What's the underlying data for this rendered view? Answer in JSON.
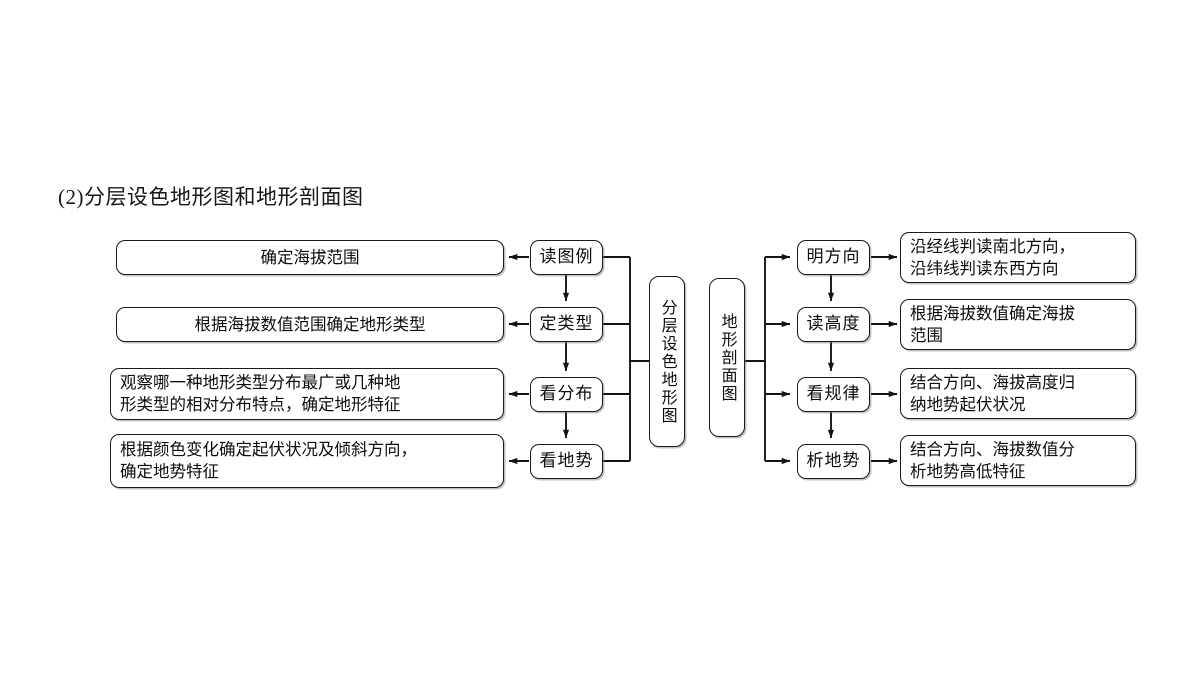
{
  "page": {
    "title": "(2)分层设色地形图和地形剖面图",
    "background": "#ffffff",
    "line_color": "#1a1a1a",
    "text_color": "#0d0d0d"
  },
  "diagram": {
    "type": "flowchart",
    "spines": [
      {
        "id": "spine-left",
        "label": "分层设色地形图"
      },
      {
        "id": "spine-right",
        "label": "地形剖面图"
      }
    ],
    "left_branch": {
      "steps": [
        {
          "id": "step-read-legend",
          "label": "读图例"
        },
        {
          "id": "step-set-type",
          "label": "定类型"
        },
        {
          "id": "step-see-dist",
          "label": "看分布"
        },
        {
          "id": "step-see-relief",
          "label": "看地势"
        }
      ],
      "details": [
        {
          "id": "detail-altitude-range",
          "lines": [
            "确定海拔范围"
          ]
        },
        {
          "id": "detail-landform-type",
          "lines": [
            "根据海拔数值范围确定地形类型"
          ]
        },
        {
          "id": "detail-distribution",
          "lines": [
            "观察哪一种地形类型分布最广或几种地",
            "形类型的相对分布特点，确定地形特征"
          ]
        },
        {
          "id": "detail-relief",
          "lines": [
            "根据颜色变化确定起伏状况及倾斜方向，",
            "确定地势特征"
          ]
        }
      ]
    },
    "right_branch": {
      "steps": [
        {
          "id": "step-direction",
          "label": "明方向"
        },
        {
          "id": "step-height",
          "label": "读高度"
        },
        {
          "id": "step-pattern",
          "label": "看规律"
        },
        {
          "id": "step-analyze",
          "label": "析地势"
        }
      ],
      "details": [
        {
          "id": "detail-direction",
          "lines": [
            "沿经线判读南北方向，",
            "沿纬线判读东西方向"
          ]
        },
        {
          "id": "detail-height",
          "lines": [
            "根据海拔数值确定海拔",
            "范围"
          ]
        },
        {
          "id": "detail-pattern",
          "lines": [
            "结合方向、海拔高度归",
            "纳地势起伏状况"
          ]
        },
        {
          "id": "detail-analyze",
          "lines": [
            "结合方向、海拔数值分",
            "析地势高低特征"
          ]
        }
      ]
    }
  }
}
